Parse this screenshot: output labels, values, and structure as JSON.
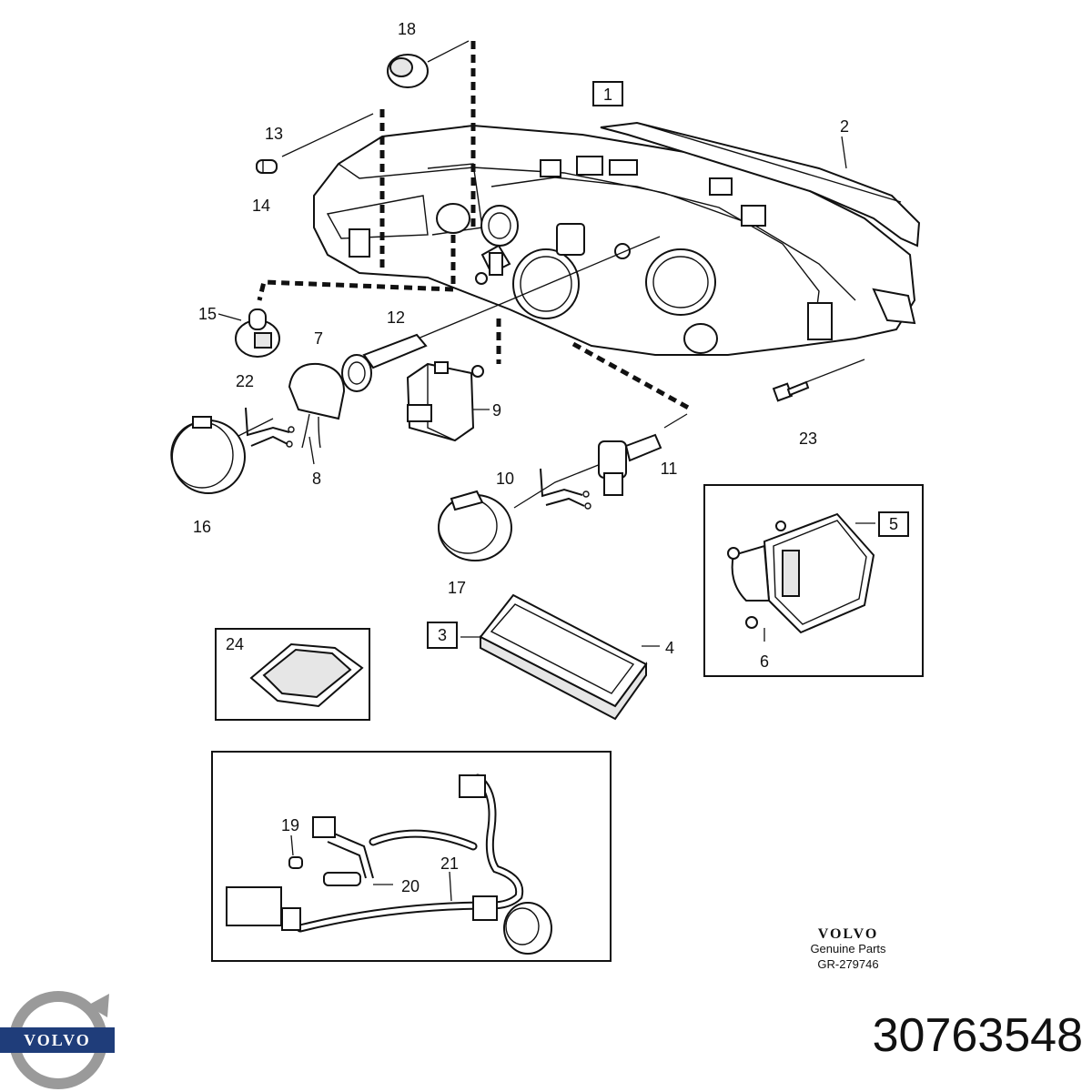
{
  "callouts": {
    "c1": "1",
    "c2": "2",
    "c3": "3",
    "c4": "4",
    "c5": "5",
    "c6": "6",
    "c7": "7",
    "c8": "8",
    "c9": "9",
    "c10": "10",
    "c11": "11",
    "c12": "12",
    "c13": "13",
    "c14": "14",
    "c15": "15",
    "c16": "16",
    "c17": "17",
    "c18": "18",
    "c19": "19",
    "c20": "20",
    "c21": "21",
    "c22": "22",
    "c23": "23",
    "c24": "24"
  },
  "footer": {
    "brand": "VOLVO",
    "genuine_parts": "Genuine Parts",
    "drawing_ref": "GR-279746"
  },
  "logo": {
    "text": "VOLVO"
  },
  "part_number": "30763548"
}
